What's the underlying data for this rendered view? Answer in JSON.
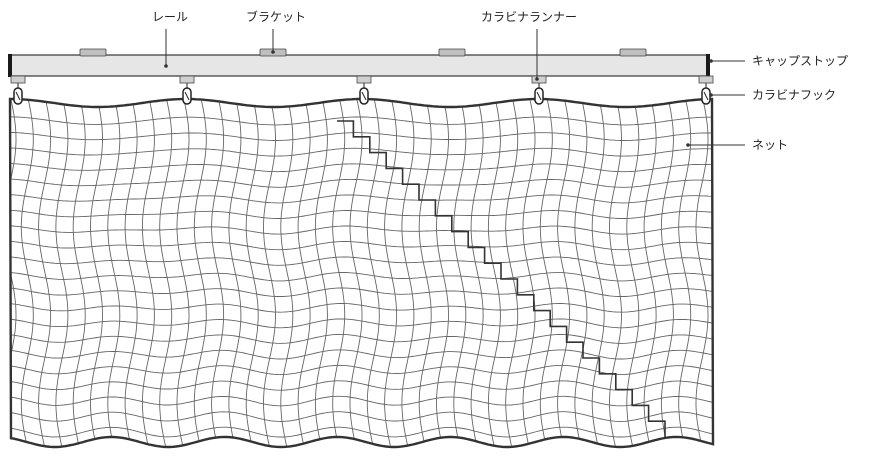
{
  "labels": {
    "rail": "レール",
    "bracket": "ブラケット",
    "carabiner_runner": "カラビナランナー",
    "cap_stop": "キャップストップ",
    "carabiner_hook": "カラビナフック",
    "net": "ネット"
  },
  "colors": {
    "rail_fill": "#e6e6e6",
    "rail_stroke": "#444444",
    "cap": "#1a1a1a",
    "bracket_fill": "#bfbfbf",
    "runner_fill": "#cfcfcf",
    "mesh": "#666666",
    "net_border": "#333333",
    "seam": "#333333",
    "label": "#222222"
  }
}
